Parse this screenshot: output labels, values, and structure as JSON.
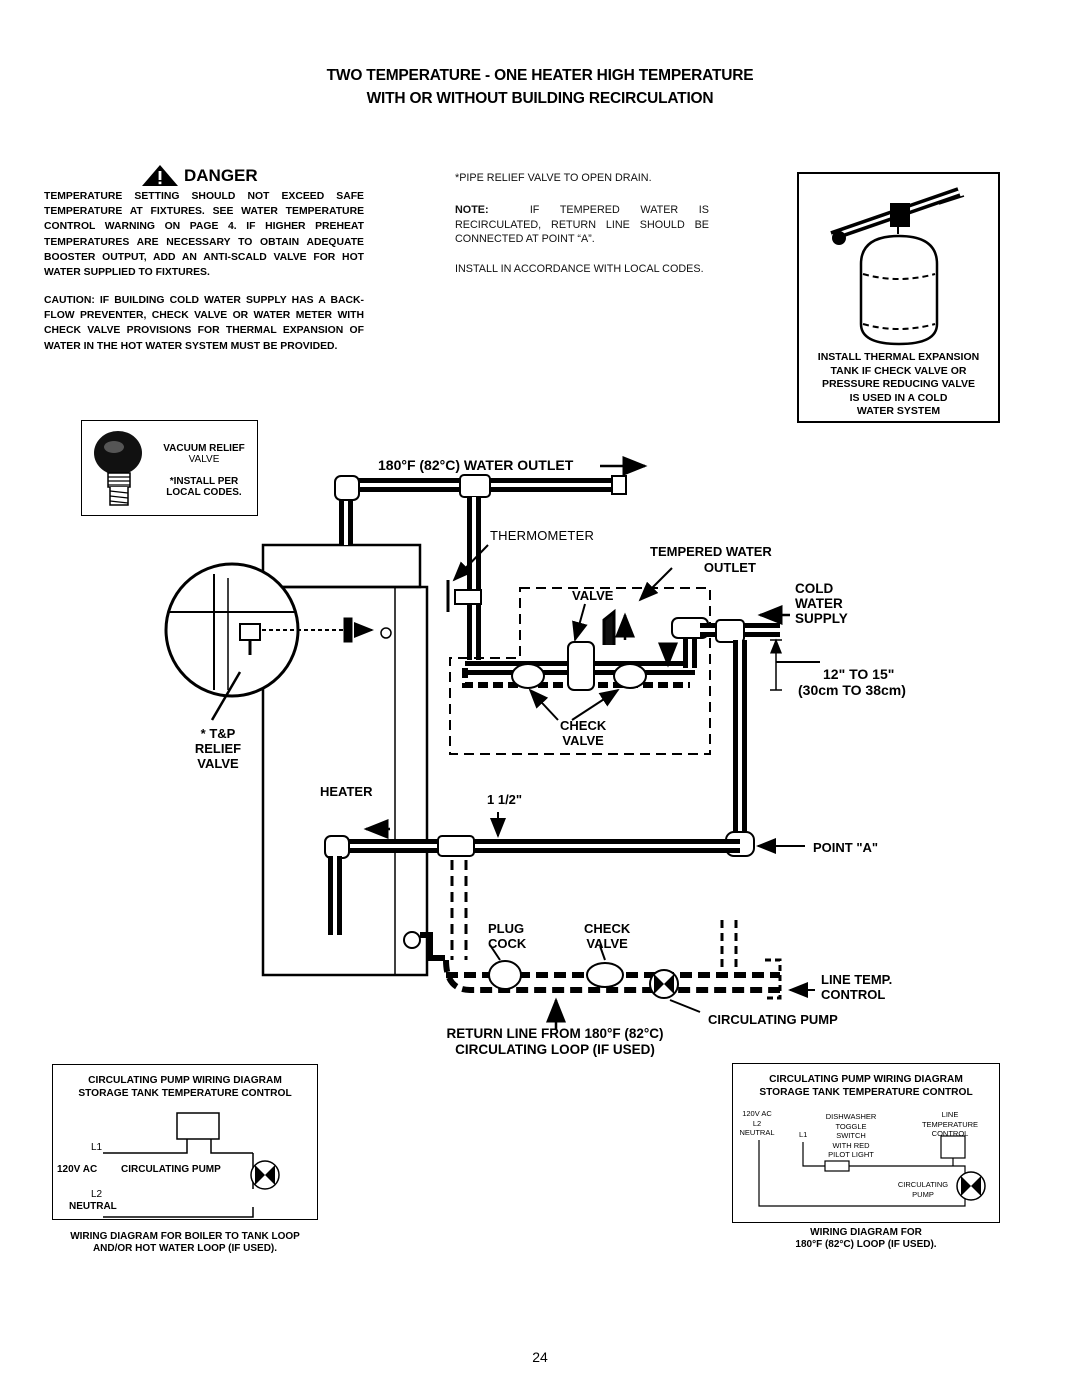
{
  "header": {
    "title_line1": "TWO TEMPERATURE - ONE HEATER HIGH TEMPERATURE",
    "title_line2": "WITH OR WITHOUT BUILDING RECIRCULATION"
  },
  "danger": {
    "heading": "DANGER",
    "warning": "TEMPERATURE SETTING SHOULD NOT EXCEED SAFE TEMPERATURE AT FIXTURES. SEE WATER TEMPERATURE CONTROL WARNING ON PAGE 4. IF HIGHER PREHEAT TEMPERATURES ARE NECESSARY TO OBTAIN ADEQUATE BOOSTER OUTPUT, ADD AN ANTI-SCALD VALVE FOR HOT WATER SUPPLIED TO FIXTURES.",
    "caution": "CAUTION: IF BUILDING COLD WATER SUPPLY HAS A BACK-FLOW PREVENTER, CHECK VALVE OR WATER METER WITH CHECK VALVE PROVISIONS FOR THERMAL EXPANSION OF WATER IN THE HOT WATER SYSTEM MUST BE PROVIDED."
  },
  "notes": {
    "relief": "*PIPE RELIEF VALVE TO OPEN DRAIN.",
    "note_label": "NOTE:",
    "note_text": "IF TEMPERED WATER IS RECIRCULATED, RETURN LINE SHOULD BE CONNECTED AT POINT “A”.",
    "install": "INSTALL IN ACCORDANCE WITH LOCAL CODES."
  },
  "expansion_tank": {
    "caption": [
      "INSTALL THERMAL EXPANSION",
      "TANK IF CHECK VALVE OR",
      "PRESSURE REDUCING VALVE",
      "IS USED IN A COLD",
      "WATER SYSTEM"
    ]
  },
  "vacuum_relief": {
    "title1": "VACUUM RELIEF",
    "title2": "VALVE",
    "note1": "*INSTALL PER",
    "note2": "LOCAL CODES."
  },
  "diagram": {
    "water_outlet": "180°F (82°C) WATER OUTLET",
    "thermometer": "THERMOMETER",
    "tempered_1": "TEMPERED WATER",
    "tempered_2": "OUTLET",
    "valve": "VALVE",
    "cold_1": "COLD",
    "cold_2": "WATER",
    "cold_3": "SUPPLY",
    "dim_1": "12\" TO 15\"",
    "dim_2": "(30cm TO 38cm)",
    "check_1": "CHECK",
    "check_2": "VALVE",
    "tp_1": "* T&P",
    "tp_2": "RELIEF",
    "tp_3": "VALVE",
    "heater": "HEATER",
    "pipe_size": "1 1/2\"",
    "point_a": "POINT \"A\"",
    "plug_1": "PLUG",
    "plug_2": "COCK",
    "check2_1": "CHECK",
    "check2_2": "VALVE",
    "line_temp_1": "LINE TEMP.",
    "line_temp_2": "CONTROL",
    "pump": "CIRCULATING PUMP",
    "return_1": "RETURN LINE FROM 180°F (82°C)",
    "return_2": "CIRCULATING LOOP (IF USED)"
  },
  "wiring_left": {
    "title1": "CIRCULATING PUMP WIRING DIAGRAM",
    "title2": "STORAGE TANK TEMPERATURE CONTROL",
    "l1": "L1",
    "ac": "120V AC",
    "pump": "CIRCULATING PUMP",
    "l2": "L2",
    "neutral": "NEUTRAL",
    "caption1": "WIRING DIAGRAM FOR BOILER TO TANK LOOP",
    "caption2": "AND/OR HOT WATER LOOP (IF USED)."
  },
  "wiring_right": {
    "title1": "CIRCULATING PUMP WIRING DIAGRAM",
    "title2": "STORAGE TANK TEMPERATURE CONTROL",
    "ac": "120V AC",
    "l2": "L2",
    "neutral": "NEUTRAL",
    "l1": "L1",
    "switch": [
      "DISHWASHER",
      "TOGGLE",
      "SWITCH",
      "WITH RED",
      "PILOT LIGHT"
    ],
    "control": [
      "LINE",
      "TEMPERATURE",
      "CONTROL"
    ],
    "pump": [
      "CIRCULATING",
      "PUMP"
    ],
    "caption1": "WIRING DIAGRAM FOR",
    "caption2": "180°F (82°C) LOOP (IF USED)."
  },
  "footer": {
    "page_number": "24"
  }
}
